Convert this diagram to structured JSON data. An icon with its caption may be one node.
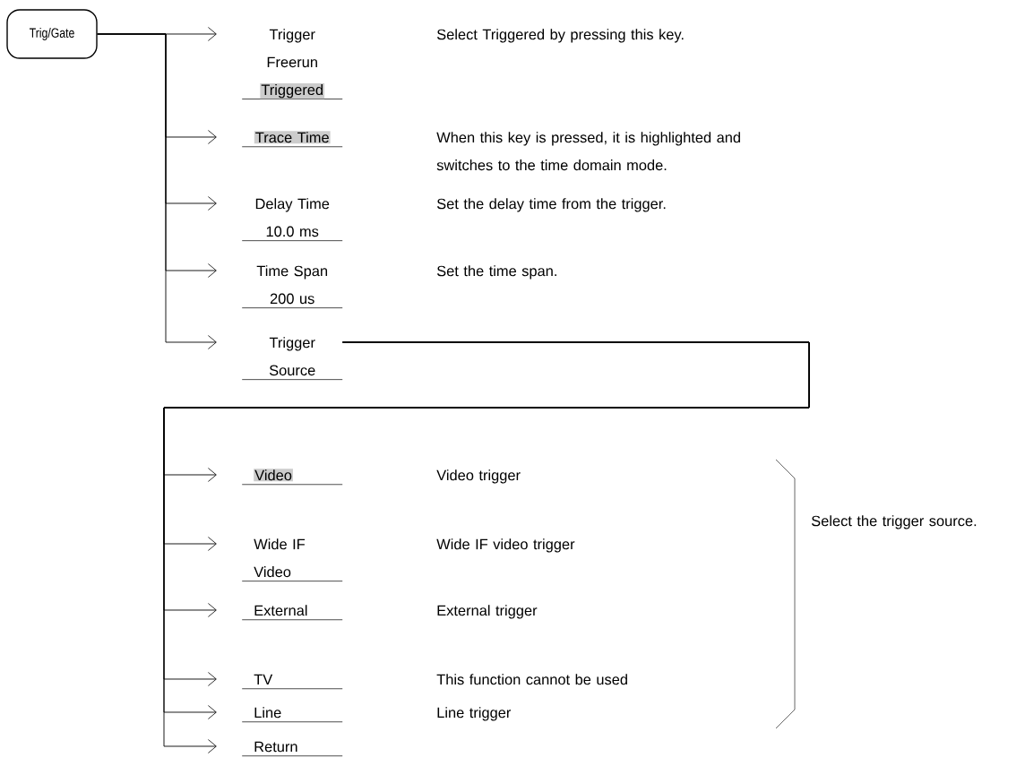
{
  "diagram": {
    "nodes": [
      {
        "text": [
          "Trig/Gate"
        ]
      },
      {
        "text": [
          "Trigger",
          "Freerun",
          "Triggered"
        ]
      },
      {
        "text": [
          "Trace Time"
        ]
      },
      {
        "text": [
          "Delay Time",
          "10.0 ms"
        ]
      },
      {
        "text": [
          "Time Span",
          "200 us"
        ]
      },
      {
        "text": [
          "Trigger Source"
        ]
      },
      {
        "text": [
          "Video"
        ]
      },
      {
        "text": [
          "Wide IF Video"
        ]
      },
      {
        "text": [
          "External"
        ]
      },
      {
        "text": [
          "TV"
        ]
      },
      {
        "text": [
          "Line"
        ]
      },
      {
        "text": [
          "Return"
        ]
      }
    ],
    "edges": [
      {
        "from": 0,
        "to": 1,
        "arrow": "to"
      },
      {
        "from": 0,
        "to": 2,
        "arrow": "to"
      },
      {
        "from": 0,
        "to": 3,
        "arrow": "to"
      },
      {
        "from": 0,
        "to": 4,
        "arrow": "to"
      },
      {
        "from": 0,
        "to": 5,
        "arrow": "to"
      },
      {
        "from": 5,
        "to": 6,
        "arrow": "to"
      },
      {
        "from": 5,
        "to": 7,
        "arrow": "to"
      },
      {
        "from": 5,
        "to": 8,
        "arrow": "to"
      },
      {
        "from": 5,
        "to": 9,
        "arrow": "to"
      },
      {
        "from": 5,
        "to": 10,
        "arrow": "to"
      },
      {
        "from": 5,
        "to": 11,
        "arrow": "to"
      }
    ],
    "labels": [
      "Select Triggered by pressing this key.",
      "When this key is pressed, it is highlighted and switches to the time domain mode.",
      "Set the delay time from the trigger.",
      "Set the time span.",
      "Video trigger",
      "Select the trigger source.",
      "Wide IF video trigger",
      "External trigger",
      "This function cannot be used",
      "Line trigger"
    ]
  }
}
